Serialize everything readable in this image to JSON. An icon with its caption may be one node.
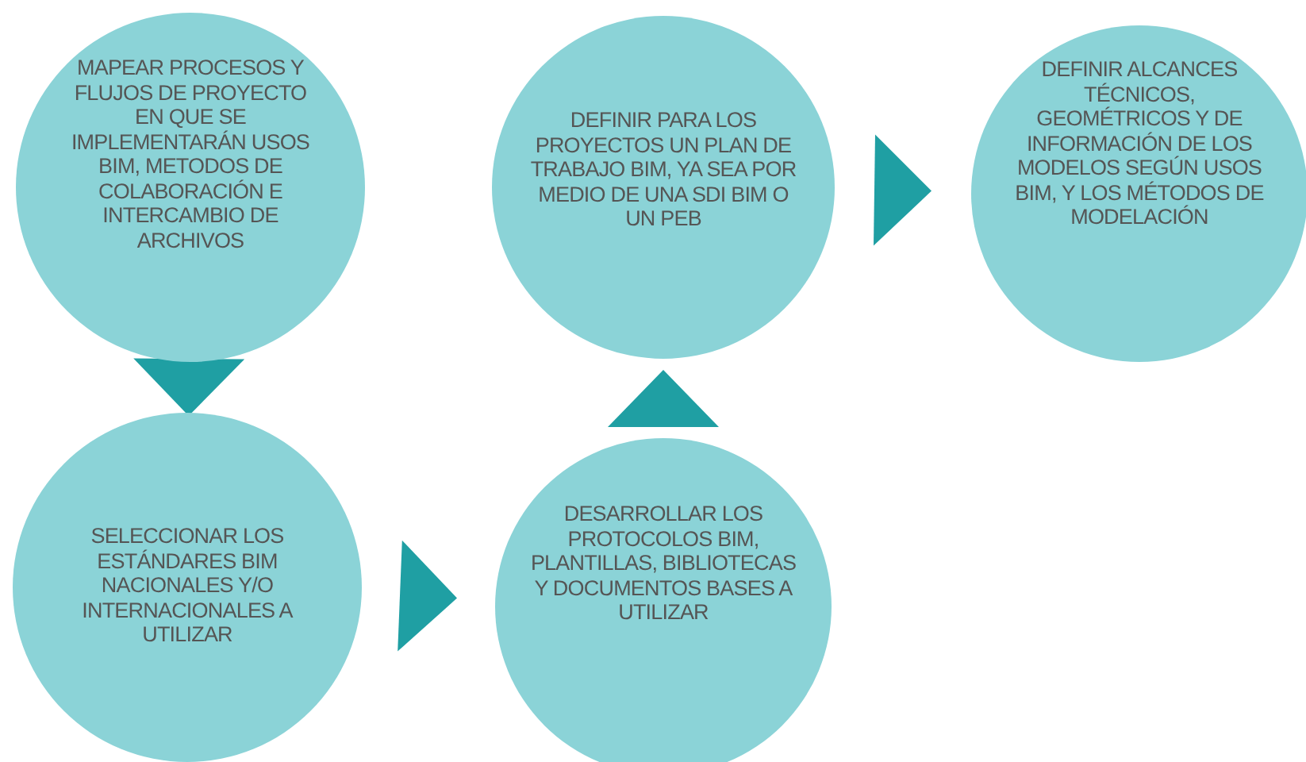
{
  "diagram": {
    "nodes": [
      {
        "text": [
          "MAPEAR PROCESOS Y FLUJOS DE PROYECTO EN QUE SE IMPLEMENTARÁN USOS BIM, METODOS DE COLABORACIÓN E INTERCAMBIO DE ARCHIVOS"
        ]
      },
      {
        "text": [
          "SELECCIONAR LOS ESTÁNDARES BIM NACIONALES Y/O INTERNACIONALES A UTILIZAR"
        ]
      },
      {
        "text": [
          "DESARROLLAR LOS PROTOCOLOS BIM, PLANTILLAS, BIBLIOTECAS Y DOCUMENTOS BASES A UTILIZAR"
        ]
      },
      {
        "text": [
          "DEFINIR PARA LOS PROYECTOS UN PLAN DE TRABAJO BIM, YA SEA POR MEDIO DE UNA SDI BIM O UN PEB"
        ]
      },
      {
        "text": [
          "DEFINIR ALCANCES TÉCNICOS, GEOMÉTRICOS Y DE INFORMACIÓN DE LOS MODELOS SEGÚN USOS BIM, Y LOS MÉTODOS DE MODELACIÓN"
        ]
      }
    ],
    "edges": [
      {
        "from": 0,
        "to": 1,
        "arrow": "to"
      },
      {
        "from": 1,
        "to": 2,
        "arrow": "to"
      },
      {
        "from": 2,
        "to": 3,
        "arrow": "to"
      },
      {
        "from": 3,
        "to": 4,
        "arrow": "to"
      }
    ]
  }
}
